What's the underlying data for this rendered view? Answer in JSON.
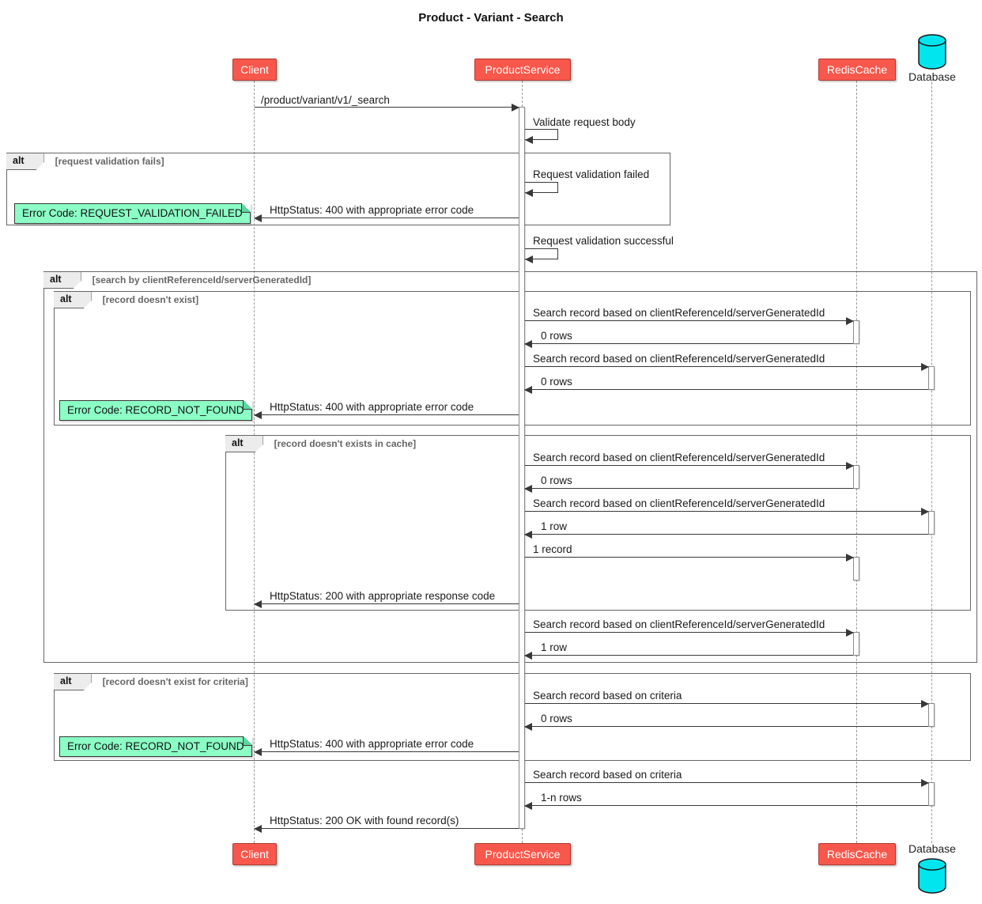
{
  "title": "Product - Variant - Search",
  "participants": [
    {
      "name": "Client"
    },
    {
      "name": "ProductService"
    },
    {
      "name": "RedisCache"
    },
    {
      "name": "Database"
    }
  ],
  "fragments": {
    "f1": {
      "op": "alt",
      "cond": "[request validation fails]"
    },
    "f2": {
      "op": "alt",
      "cond": "[search by clientReferenceId/serverGeneratedId]"
    },
    "f3": {
      "op": "alt",
      "cond": "[record doesn't exist]"
    },
    "f4": {
      "op": "alt",
      "cond": "[record doesn't exists in cache]"
    },
    "f5": {
      "op": "alt",
      "cond": "[record doesn't exist for criteria]"
    }
  },
  "notes": {
    "n1": "Error Code: REQUEST_VALIDATION_FAILED",
    "n2": "Error Code: RECORD_NOT_FOUND",
    "n3": "Error Code: RECORD_NOT_FOUND"
  },
  "messages": {
    "m1": "/product/variant/v1/_search",
    "m2": "Validate request body",
    "m3": "Request validation failed",
    "m4": "HttpStatus: 400 with appropriate error code",
    "m5": "Request validation successful",
    "m6": "Search record based on clientReferenceId/serverGeneratedId",
    "m7": "0 rows",
    "m8": "Search record based on clientReferenceId/serverGeneratedId",
    "m9": "0 rows",
    "m10": "HttpStatus: 400 with appropriate error code",
    "m11": "Search record based on clientReferenceId/serverGeneratedId",
    "m12": "0 rows",
    "m13": "Search record based on clientReferenceId/serverGeneratedId",
    "m14": "1 row",
    "m15": "1 record",
    "m16": "HttpStatus: 200 with appropriate response code",
    "m17": "Search record based on clientReferenceId/serverGeneratedId",
    "m18": "1 row",
    "m19": "Search record based on criteria",
    "m20": "0 rows",
    "m21": "HttpStatus: 400 with appropriate error code",
    "m22": "Search record based on criteria",
    "m23": "1-n rows",
    "m24": "HttpStatus: 200 OK with found record(s)"
  },
  "colors": {
    "participant": "#F8584C",
    "participantBorder": "#B03A2E",
    "note": "#8BFFC6",
    "noteFold": "#5AD99E",
    "database": "#00E5EE",
    "arrow": "#383838"
  }
}
